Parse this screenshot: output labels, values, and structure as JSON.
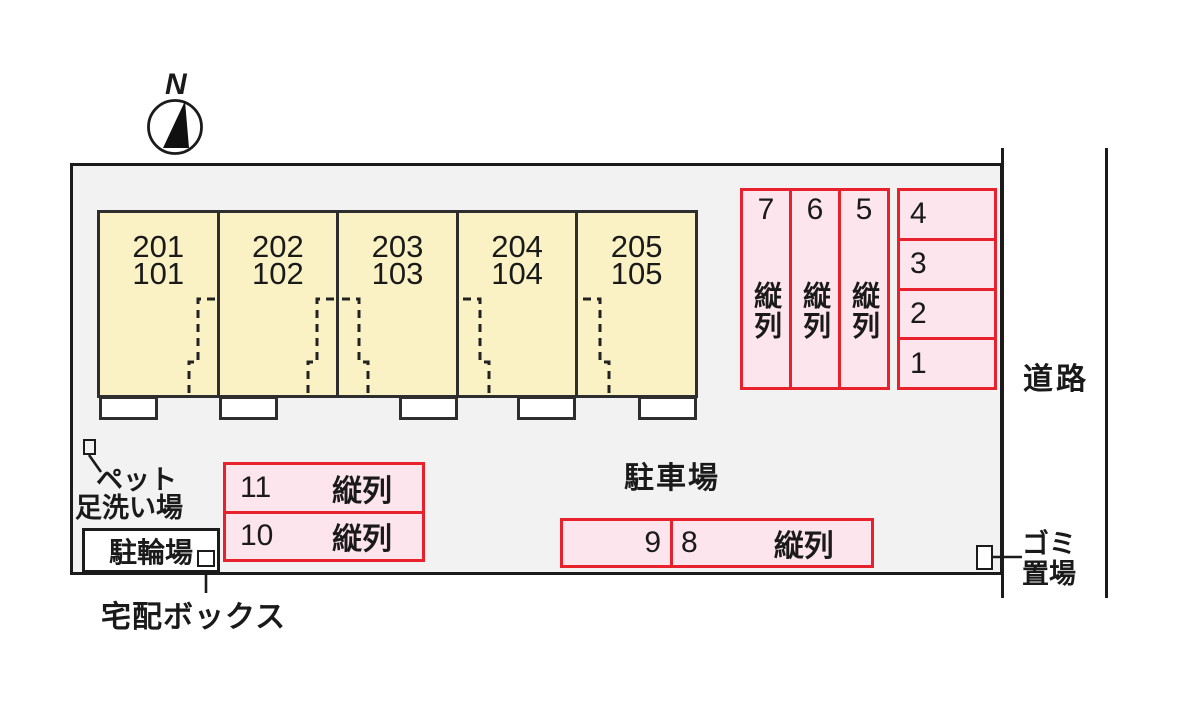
{
  "compass": {
    "label": "N"
  },
  "labels": {
    "road": "道路",
    "parking_lot": "駐車場",
    "bicycle_parking": "駐輪場",
    "delivery_box": "宅配ボックス",
    "pet_wash_line1": "ペット",
    "pet_wash_line2": "足洗い場",
    "garbage_line1": "ゴミ",
    "garbage_line2": "置場"
  },
  "building": {
    "units": [
      {
        "upper": "201",
        "lower": "101"
      },
      {
        "upper": "202",
        "lower": "102"
      },
      {
        "upper": "203",
        "lower": "103"
      },
      {
        "upper": "204",
        "lower": "104"
      },
      {
        "upper": "205",
        "lower": "105"
      }
    ]
  },
  "parking": {
    "tandem_columns": [
      {
        "number": "7",
        "label": "縦列"
      },
      {
        "number": "6",
        "label": "縦列"
      },
      {
        "number": "5",
        "label": "縦列"
      }
    ],
    "row_spaces": [
      "4",
      "3",
      "2",
      "1"
    ],
    "left_tandem_rows": [
      {
        "number": "11",
        "label": "縦列"
      },
      {
        "number": "10",
        "label": "縦列"
      }
    ],
    "bottom_tandem": {
      "left_number": "9",
      "right_number": "8",
      "label": "縦列"
    }
  },
  "colors": {
    "parking_fill": "#FCE5EC",
    "parking_border": "#E8222D",
    "building_fill": "#FAF2C5",
    "site_fill": "#F2F2F2",
    "line": "#1B1B1B",
    "background": "#FFFFFF"
  }
}
